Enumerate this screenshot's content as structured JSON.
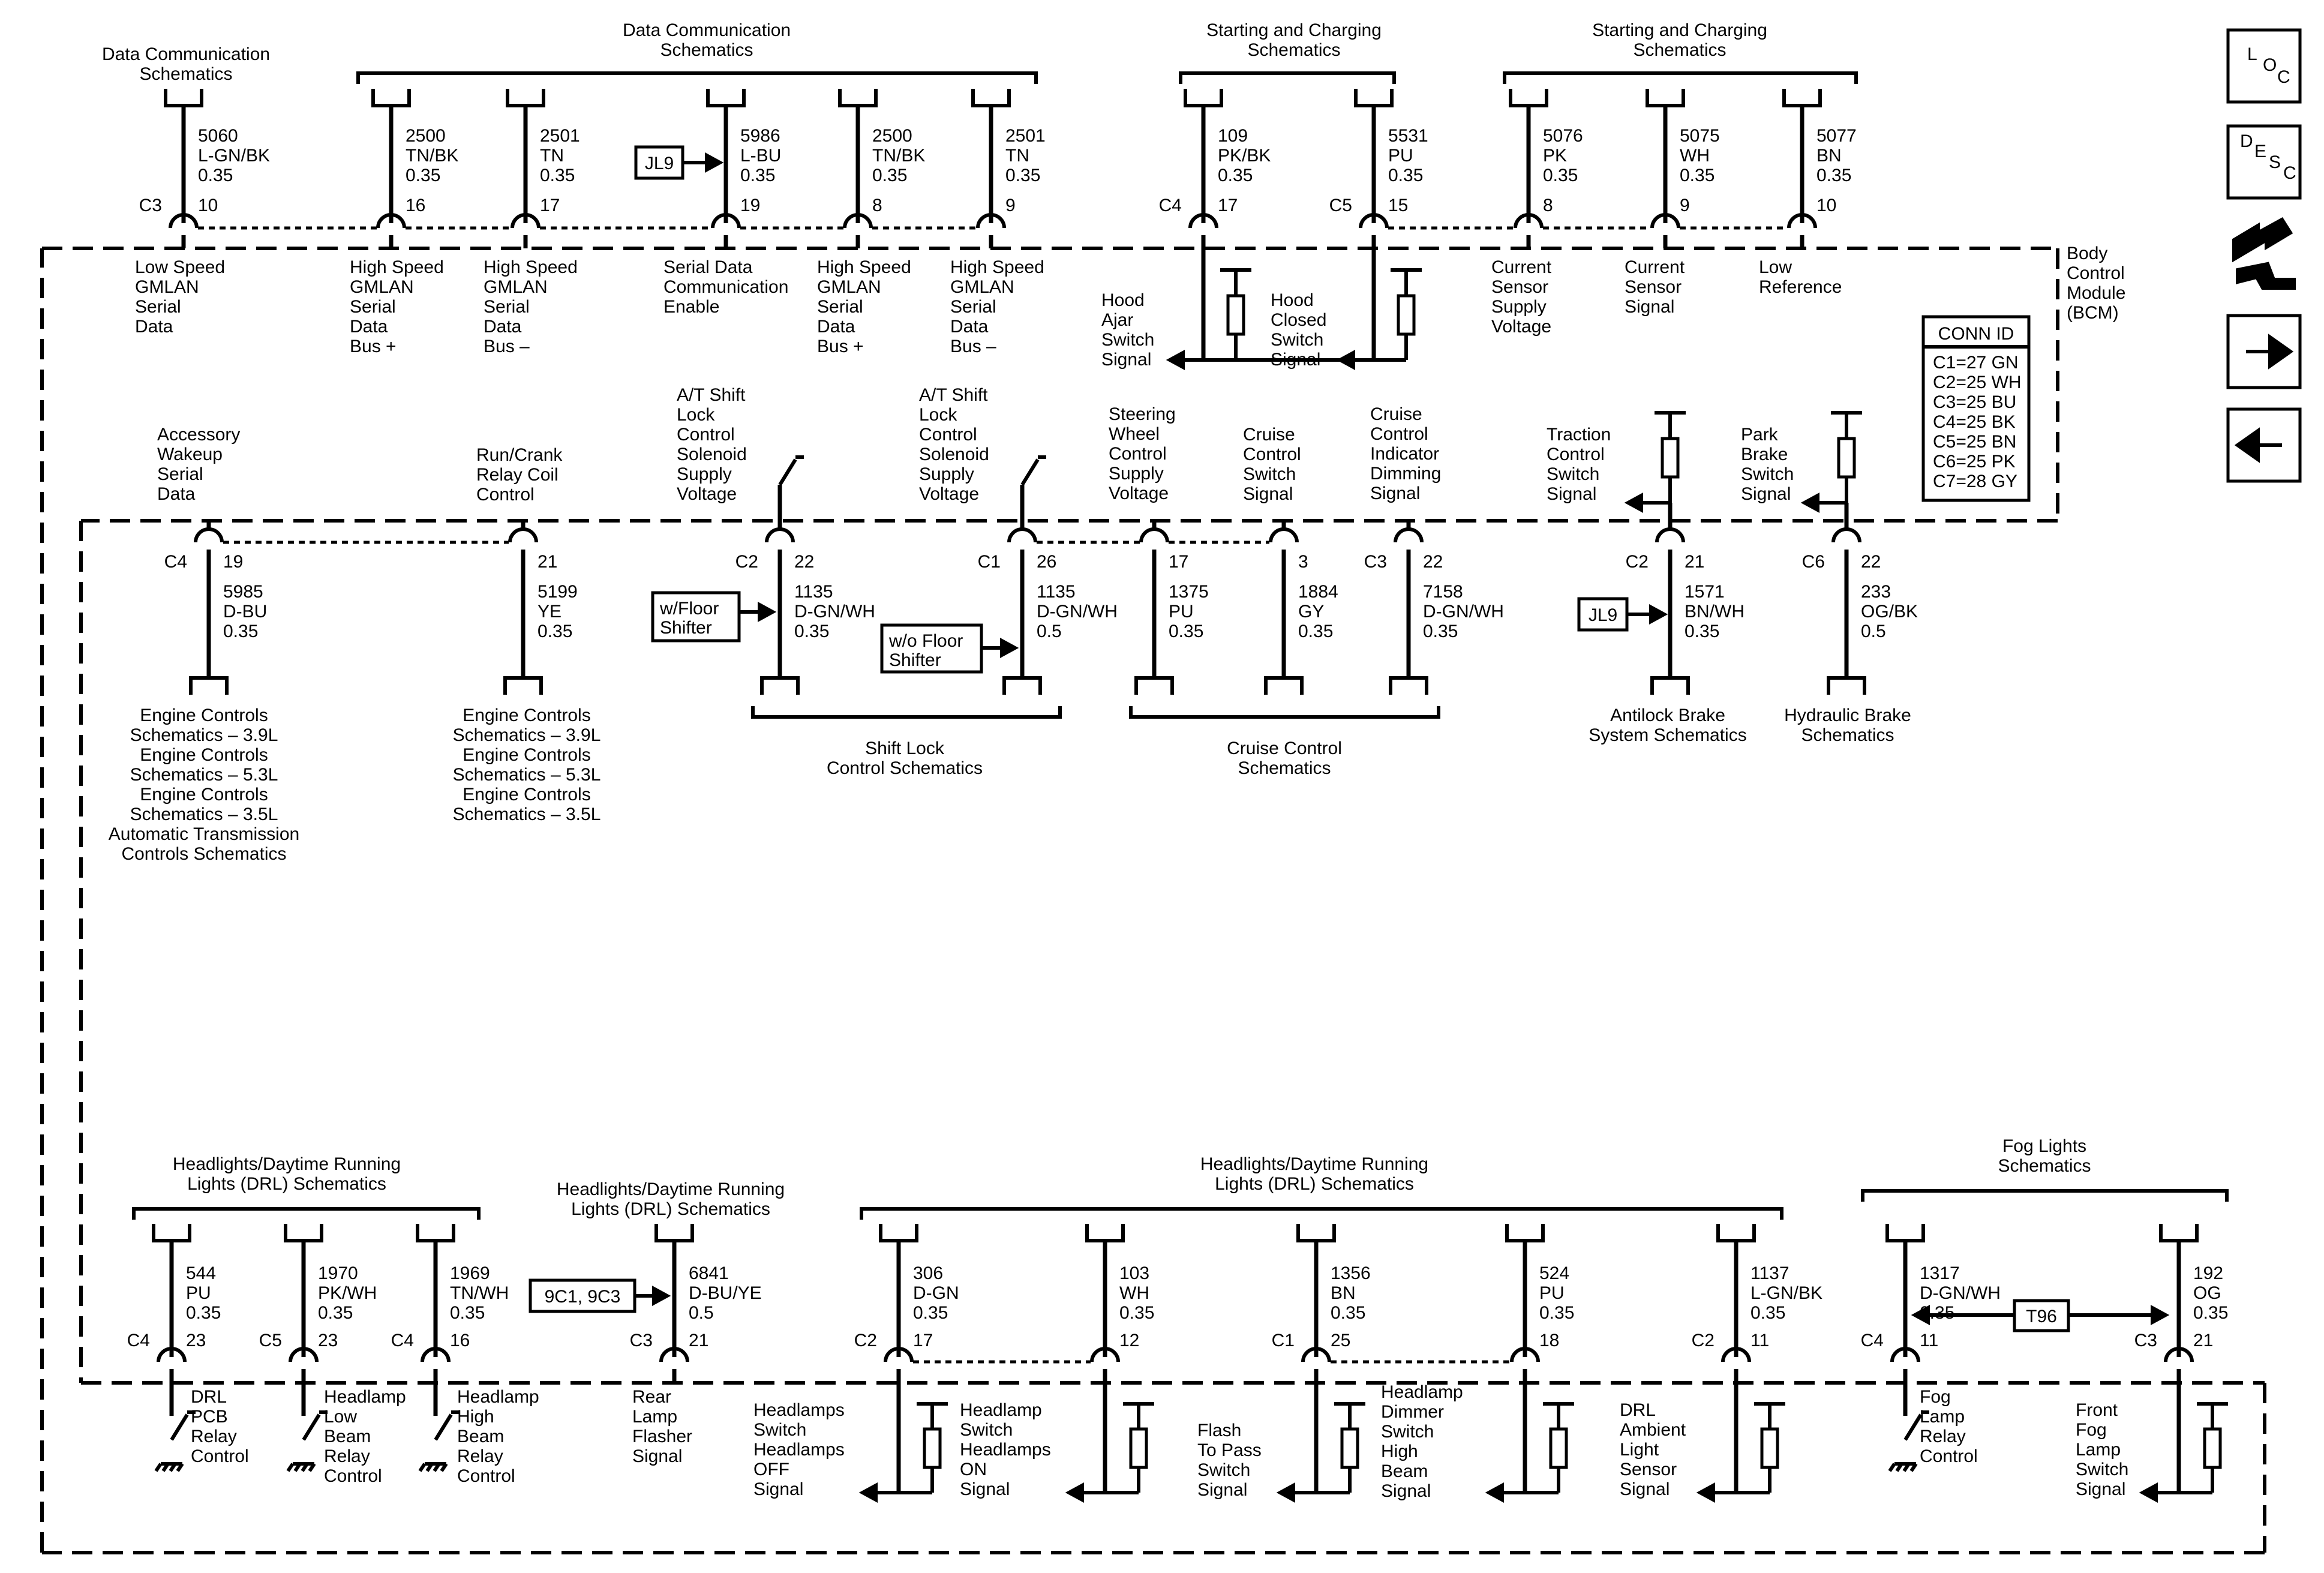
{
  "module": {
    "name": [
      "Body",
      "Control",
      "Module",
      "(BCM)"
    ]
  },
  "conn_id": {
    "title": "CONN ID",
    "rows": [
      "C1=27 GN",
      "C2=25 WH",
      "C3=25 BU",
      "C4=25 BK",
      "C5=25 BN",
      "C6=25 PK",
      "C7=28 GY"
    ]
  },
  "nav": {
    "loc_label": "LOC",
    "desc_label": "DESC"
  },
  "tags": {
    "jl9": "JL9",
    "t96": "T96",
    "9c1_9c3": "9C1, 9C3",
    "w_floor": [
      "w/Floor",
      "Shifter"
    ],
    "wo_floor": [
      "w/o Floor",
      "Shifter"
    ]
  },
  "headers": [
    {
      "id": "h-datacomm-1",
      "lines": [
        "Data Communication",
        "Schematics"
      ]
    },
    {
      "id": "h-datacomm-2",
      "lines": [
        "Data Communication",
        "Schematics"
      ]
    },
    {
      "id": "h-startcharge-1",
      "lines": [
        "Starting and Charging",
        "Schematics"
      ]
    },
    {
      "id": "h-startcharge-2",
      "lines": [
        "Starting and Charging",
        "Schematics"
      ]
    },
    {
      "id": "h-shiftlock",
      "lines": [
        "Shift Lock",
        "Control Schematics"
      ]
    },
    {
      "id": "h-cruise",
      "lines": [
        "Cruise Control",
        "Schematics"
      ]
    },
    {
      "id": "h-drl-1",
      "lines": [
        "Headlights/Daytime Running",
        "Lights (DRL) Schematics"
      ]
    },
    {
      "id": "h-drl-2",
      "lines": [
        "Headlights/Daytime Running",
        "Lights (DRL) Schematics"
      ]
    },
    {
      "id": "h-drl-3",
      "lines": [
        "Headlights/Daytime Running",
        "Lights (DRL) Schematics"
      ]
    },
    {
      "id": "h-fog",
      "lines": [
        "Fog Lights",
        "Schematics"
      ]
    },
    {
      "id": "h-antilock",
      "lines": [
        "Antilock Brake",
        "System Schematics"
      ]
    },
    {
      "id": "h-hydraulic",
      "lines": [
        "Hydraulic Brake",
        "Schematics"
      ]
    },
    {
      "id": "h-engine-1",
      "lines": [
        "Engine Controls",
        "Schematics – 3.9L",
        "Engine Controls",
        "Schematics – 5.3L",
        "Engine Controls",
        "Schematics – 3.5L",
        "Automatic Transmission",
        "Controls Schematics"
      ]
    },
    {
      "id": "h-engine-2",
      "lines": [
        "Engine Controls",
        "Schematics – 3.9L",
        "Engine Controls",
        "Schematics – 5.3L",
        "Engine Controls",
        "Schematics – 3.5L"
      ]
    }
  ],
  "circuits_top": [
    {
      "conn": "C3",
      "pin": "10",
      "wire": [
        "5060",
        "L-GN/BK",
        "0.35"
      ],
      "label": [
        "Low Speed",
        "GMLAN",
        "Serial",
        "Data"
      ]
    },
    {
      "conn": "",
      "pin": "16",
      "wire": [
        "2500",
        "TN/BK",
        "0.35"
      ],
      "label": [
        "High Speed",
        "GMLAN",
        "Serial",
        "Data",
        "Bus +"
      ]
    },
    {
      "conn": "",
      "pin": "17",
      "wire": [
        "2501",
        "TN",
        "0.35"
      ],
      "label": [
        "High Speed",
        "GMLAN",
        "Serial",
        "Data",
        "Bus –"
      ]
    },
    {
      "conn": "",
      "pin": "19",
      "wire": [
        "5986",
        "L-BU",
        "0.35"
      ],
      "label": [
        "Serial Data",
        "Communication",
        "Enable"
      ]
    },
    {
      "conn": "",
      "pin": "8",
      "wire": [
        "2500",
        "TN/BK",
        "0.35"
      ],
      "label": [
        "High Speed",
        "GMLAN",
        "Serial",
        "Data",
        "Bus +"
      ]
    },
    {
      "conn": "",
      "pin": "9",
      "wire": [
        "2501",
        "TN",
        "0.35"
      ],
      "label": [
        "High Speed",
        "GMLAN",
        "Serial",
        "Data",
        "Bus –"
      ]
    },
    {
      "conn": "C4",
      "pin": "17",
      "wire": [
        "109",
        "PK/BK",
        "0.35"
      ],
      "label": [
        "Hood",
        "Ajar",
        "Switch",
        "Signal"
      ]
    },
    {
      "conn": "C5",
      "pin": "15",
      "wire": [
        "5531",
        "PU",
        "0.35"
      ],
      "label": [
        "Hood",
        "Closed",
        "Switch",
        "Signal"
      ]
    },
    {
      "conn": "",
      "pin": "8",
      "wire": [
        "5076",
        "PK",
        "0.35"
      ],
      "label": [
        "Current",
        "Sensor",
        "Supply",
        "Voltage"
      ]
    },
    {
      "conn": "",
      "pin": "9",
      "wire": [
        "5075",
        "WH",
        "0.35"
      ],
      "label": [
        "Current",
        "Sensor",
        "Signal"
      ]
    },
    {
      "conn": "",
      "pin": "10",
      "wire": [
        "5077",
        "BN",
        "0.35"
      ],
      "label": [
        "Low",
        "Reference"
      ]
    }
  ],
  "circuits_mid": [
    {
      "conn": "C4",
      "pin": "19",
      "wire": [
        "5985",
        "D-BU",
        "0.35"
      ],
      "label": [
        "Accessory",
        "Wakeup",
        "Serial",
        "Data"
      ]
    },
    {
      "conn": "",
      "pin": "21",
      "wire": [
        "5199",
        "YE",
        "0.35"
      ],
      "label": [
        "Run/Crank",
        "Relay Coil",
        "Control"
      ]
    },
    {
      "conn": "C2",
      "pin": "22",
      "wire": [
        "1135",
        "D-GN/WH",
        "0.35"
      ],
      "label": [
        "A/T Shift",
        "Lock",
        "Control",
        "Solenoid",
        "Supply",
        "Voltage"
      ]
    },
    {
      "conn": "C1",
      "pin": "26",
      "wire": [
        "1135",
        "D-GN/WH",
        "0.5"
      ],
      "label": [
        "A/T Shift",
        "Lock",
        "Control",
        "Solenoid",
        "Supply",
        "Voltage"
      ]
    },
    {
      "conn": "",
      "pin": "17",
      "wire": [
        "1375",
        "PU",
        "0.35"
      ],
      "label": [
        "Steering",
        "Wheel",
        "Control",
        "Supply",
        "Voltage"
      ]
    },
    {
      "conn": "",
      "pin": "3",
      "wire": [
        "1884",
        "GY",
        "0.35"
      ],
      "label": [
        "Cruise",
        "Control",
        "Switch",
        "Signal"
      ]
    },
    {
      "conn": "C3",
      "pin": "22",
      "wire": [
        "7158",
        "D-GN/WH",
        "0.35"
      ],
      "label": [
        "Cruise",
        "Control",
        "Indicator",
        "Dimming",
        "Signal"
      ]
    },
    {
      "conn": "C2",
      "pin": "21",
      "wire": [
        "1571",
        "BN/WH",
        "0.35"
      ],
      "label": [
        "Traction",
        "Control",
        "Switch",
        "Signal"
      ]
    },
    {
      "conn": "C6",
      "pin": "22",
      "wire": [
        "233",
        "OG/BK",
        "0.5"
      ],
      "label": [
        "Park",
        "Brake",
        "Switch",
        "Signal"
      ]
    }
  ],
  "circuits_bot": [
    {
      "conn": "C4",
      "pin": "23",
      "wire": [
        "544",
        "PU",
        "0.35"
      ],
      "label": [
        "DRL",
        "PCB",
        "Relay",
        "Control"
      ]
    },
    {
      "conn": "C5",
      "pin": "23",
      "wire": [
        "1970",
        "PK/WH",
        "0.35"
      ],
      "label": [
        "Headlamp",
        "Low",
        "Beam",
        "Relay",
        "Control"
      ]
    },
    {
      "conn": "C4",
      "pin": "16",
      "wire": [
        "1969",
        "TN/WH",
        "0.35"
      ],
      "label": [
        "Headlamp",
        "High",
        "Beam",
        "Relay",
        "Control"
      ]
    },
    {
      "conn": "C3",
      "pin": "21",
      "wire": [
        "6841",
        "D-BU/YE",
        "0.5"
      ],
      "label": [
        "Rear",
        "Lamp",
        "Flasher",
        "Signal"
      ]
    },
    {
      "conn": "C2",
      "pin": "17",
      "wire": [
        "306",
        "D-GN",
        "0.35"
      ],
      "label": [
        "Headlamps",
        "Switch",
        "Headlamps",
        "OFF",
        "Signal"
      ]
    },
    {
      "conn": "",
      "pin": "12",
      "wire": [
        "103",
        "WH",
        "0.35"
      ],
      "label": [
        "Headlamp",
        "Switch",
        "Headlamps",
        "ON",
        "Signal"
      ]
    },
    {
      "conn": "C1",
      "pin": "25",
      "wire": [
        "1356",
        "BN",
        "0.35"
      ],
      "label": [
        "Flash",
        "To Pass",
        "Switch",
        "Signal"
      ]
    },
    {
      "conn": "",
      "pin": "18",
      "wire": [
        "524",
        "PU",
        "0.35"
      ],
      "label": [
        "Headlamp",
        "Dimmer",
        "Switch",
        "High",
        "Beam",
        "Signal"
      ]
    },
    {
      "conn": "C2",
      "pin": "11",
      "wire": [
        "1137",
        "L-GN/BK",
        "0.35"
      ],
      "label": [
        "DRL",
        "Ambient",
        "Light",
        "Sensor",
        "Signal"
      ]
    },
    {
      "conn": "C4",
      "pin": "11",
      "wire": [
        "1317",
        "D-GN/WH",
        "0.35"
      ],
      "label": [
        "Fog",
        "Lamp",
        "Relay",
        "Control"
      ]
    },
    {
      "conn": "C3",
      "pin": "21",
      "wire": [
        "192",
        "OG",
        "0.35"
      ],
      "label": [
        "Front",
        "Fog",
        "Lamp",
        "Switch",
        "Signal"
      ]
    }
  ]
}
